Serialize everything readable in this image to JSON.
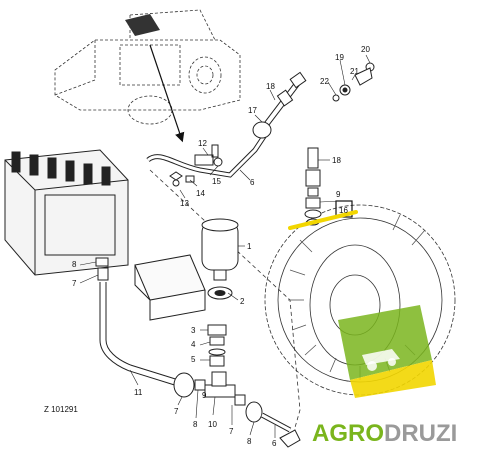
{
  "figure": {
    "id_label": "Z 101291",
    "callouts": [
      "1",
      "2",
      "3",
      "4",
      "5",
      "6",
      "7",
      "7",
      "7",
      "8",
      "9",
      "10",
      "11",
      "12",
      "13",
      "14",
      "15",
      "16",
      "17",
      "18",
      "18",
      "19",
      "20",
      "21",
      "22"
    ],
    "highlight_color": "#f2d600"
  },
  "watermark": {
    "brand_part1": "AGRO",
    "brand_part2": "DRUZI",
    "color_part1": "#7ab51d",
    "color_part2": "#9a9a9a",
    "badge_colors": [
      "#7ab51d",
      "#f2d600"
    ]
  },
  "icons": [
    "tractor-icon",
    "engine-block-icon",
    "brake-disc-icon",
    "filter-canister-icon"
  ]
}
